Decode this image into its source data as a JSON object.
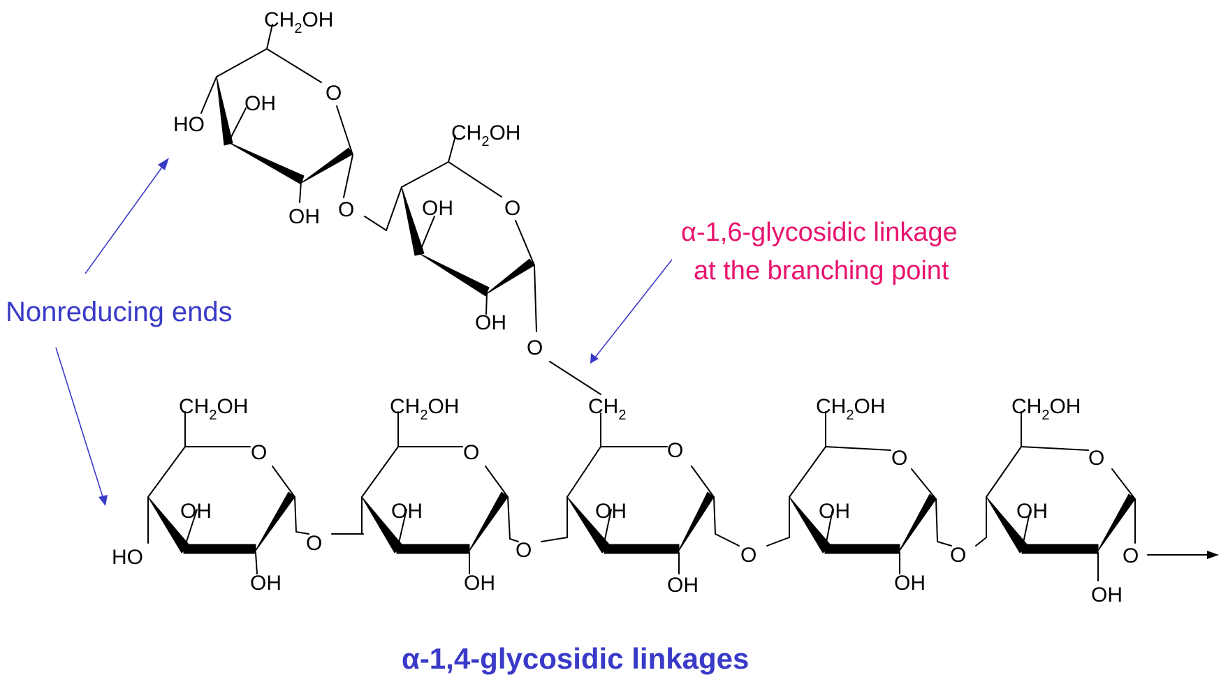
{
  "labels": {
    "ch2oh": "CH2OH",
    "ch2": "CH2",
    "ring_o": "O",
    "bridge_o": "O",
    "oh": "OH",
    "ho": "HO"
  },
  "annotations": {
    "nonreducing": "Nonreducing ends",
    "branch_line1": "α-1,6-glycosidic linkage",
    "branch_line2": "at the branching point",
    "linkages": "α-1,4-glycosidic linkages"
  },
  "colors": {
    "blue": "#3a3ac8",
    "pink": "#e8136e",
    "bond": "#000000"
  }
}
